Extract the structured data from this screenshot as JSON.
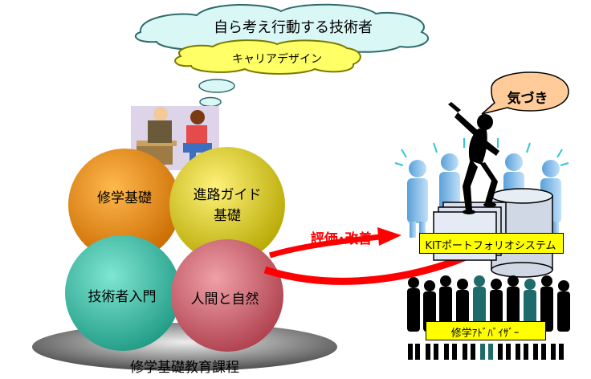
{
  "thought_bubble": {
    "text": "自ら考え行動する技術者"
  },
  "career_bubble": {
    "text": "キャリアデザイン"
  },
  "awareness_bubble": {
    "text": "気づき"
  },
  "spheres": {
    "study_basics": "修学基礎",
    "career_guide_line1": "進路ガイド",
    "career_guide_line2": "基礎",
    "engineer_intro": "技術者入門",
    "human_nature": "人間と自然"
  },
  "evaluation_label": "評価･改善",
  "portfolio_label": "KITポートフォリオシステム",
  "advisor_label": "修学ｱﾄﾞﾊﾞｲｻﾞｰ",
  "base_label": "修学基礎教育課程",
  "colors": {
    "orange_sphere": "#e07a00",
    "yellow_sphere": "#d4c400",
    "teal_sphere": "#34b39c",
    "pink_sphere": "#c55a66",
    "arrow": "#ff0000",
    "label_box": "#ffff00",
    "speech_bubble": "#ffcc99",
    "cloud": "#d9f7f5"
  }
}
